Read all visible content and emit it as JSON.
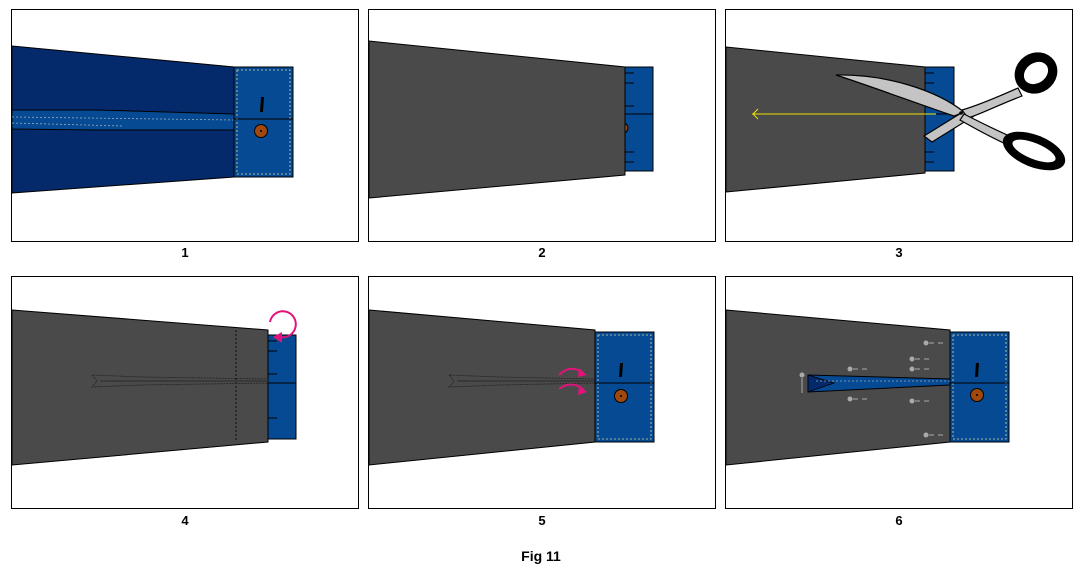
{
  "figure": {
    "caption": "Fig 11",
    "panels": [
      {
        "label": "1",
        "step": "sleeve-with-placket-opening"
      },
      {
        "label": "2",
        "step": "sleeve-gray-with-cuff"
      },
      {
        "label": "3",
        "step": "cut-placket-slit"
      },
      {
        "label": "4",
        "step": "fold-cuff-edge"
      },
      {
        "label": "5",
        "step": "turn-placket-edges"
      },
      {
        "label": "6",
        "step": "pin-placket-in-place"
      }
    ]
  },
  "colors": {
    "sleeve_blue": "#042a6c",
    "sleeve_gray": "#4a4a4a",
    "cuff_blue": "#064a94",
    "button": "#a0480e",
    "arrow_pink": "#e0147a",
    "cut_line": "#f0e000",
    "stitch": "#d8d8a0"
  }
}
